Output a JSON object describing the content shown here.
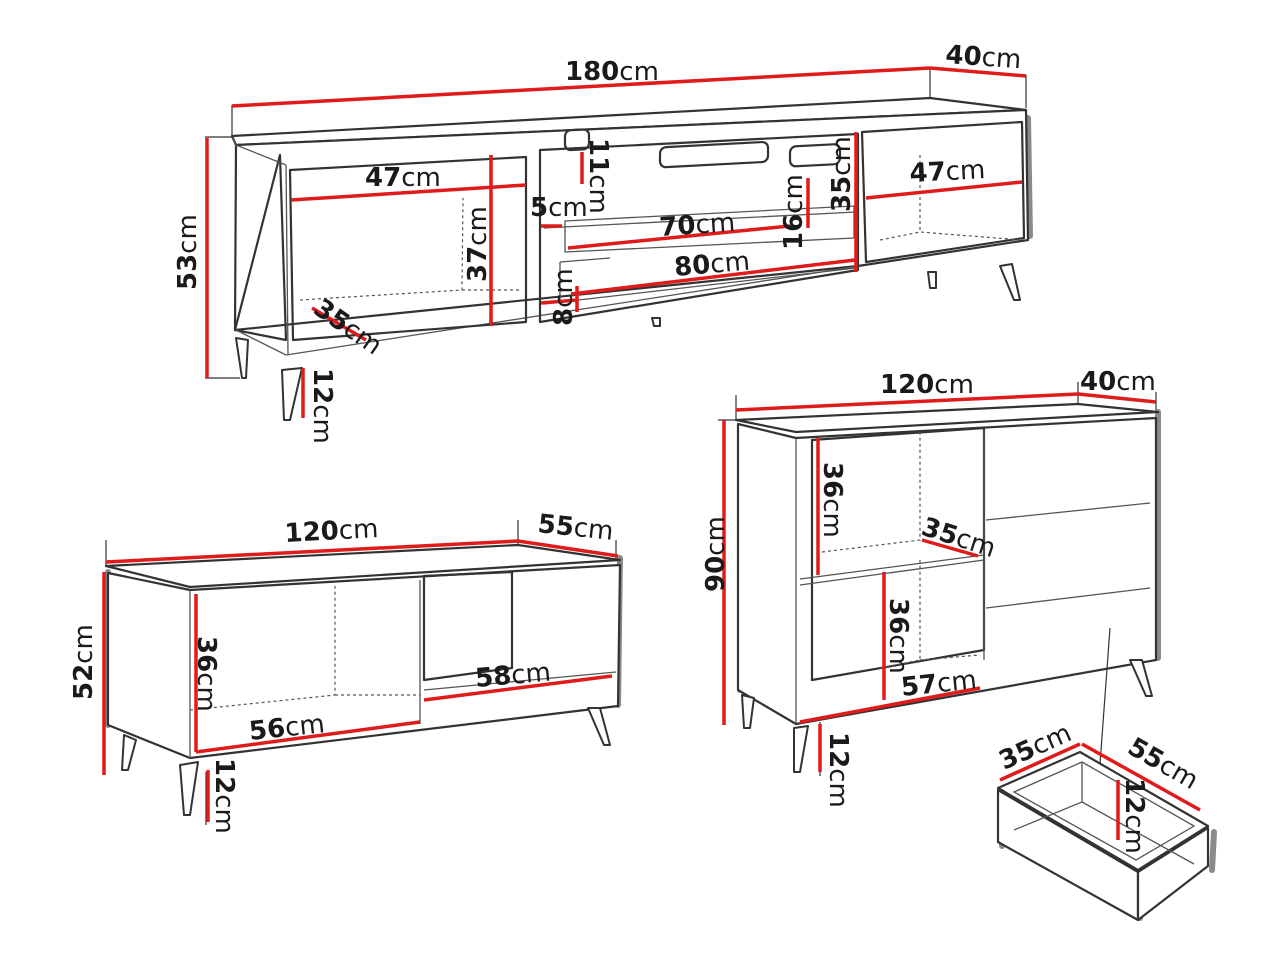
{
  "tv_stand": {
    "width": {
      "num": "180",
      "unit": "cm"
    },
    "depth": {
      "num": "40",
      "unit": "cm"
    },
    "height": {
      "num": "53",
      "unit": "cm"
    },
    "left_comp_width": {
      "num": "47",
      "unit": "cm"
    },
    "right_comp_width": {
      "num": "47",
      "unit": "cm"
    },
    "left_comp_height": {
      "num": "37",
      "unit": "cm"
    },
    "comp_depth": {
      "num": "35",
      "unit": "cm"
    },
    "leg_height": {
      "num": "12",
      "unit": "cm"
    },
    "slot_height": {
      "num": "11",
      "unit": "cm"
    },
    "shelf_gap": {
      "num": "5",
      "unit": "cm"
    },
    "inner_width": {
      "num": "70",
      "unit": "cm"
    },
    "center_width": {
      "num": "80",
      "unit": "cm"
    },
    "inner_height": {
      "num": "16",
      "unit": "cm"
    },
    "center_height": {
      "num": "35",
      "unit": "cm"
    },
    "bottom_gap": {
      "num": "8",
      "unit": "cm"
    }
  },
  "low_cabinet": {
    "width": {
      "num": "120",
      "unit": "cm"
    },
    "depth": {
      "num": "55",
      "unit": "cm"
    },
    "height": {
      "num": "52",
      "unit": "cm"
    },
    "comp_height": {
      "num": "36",
      "unit": "cm"
    },
    "comp_width": {
      "num": "56",
      "unit": "cm"
    },
    "open_width": {
      "num": "58",
      "unit": "cm"
    },
    "leg_height": {
      "num": "12",
      "unit": "cm"
    }
  },
  "sideboard": {
    "width": {
      "num": "120",
      "unit": "cm"
    },
    "depth": {
      "num": "40",
      "unit": "cm"
    },
    "height": {
      "num": "90",
      "unit": "cm"
    },
    "upper_height": {
      "num": "36",
      "unit": "cm"
    },
    "shelf_depth": {
      "num": "35",
      "unit": "cm"
    },
    "lower_height": {
      "num": "36",
      "unit": "cm"
    },
    "comp_width": {
      "num": "57",
      "unit": "cm"
    },
    "leg_height": {
      "num": "12",
      "unit": "cm"
    }
  },
  "drawer": {
    "depth": {
      "num": "35",
      "unit": "cm"
    },
    "length": {
      "num": "55",
      "unit": "cm"
    },
    "height": {
      "num": "12",
      "unit": "cm"
    }
  }
}
